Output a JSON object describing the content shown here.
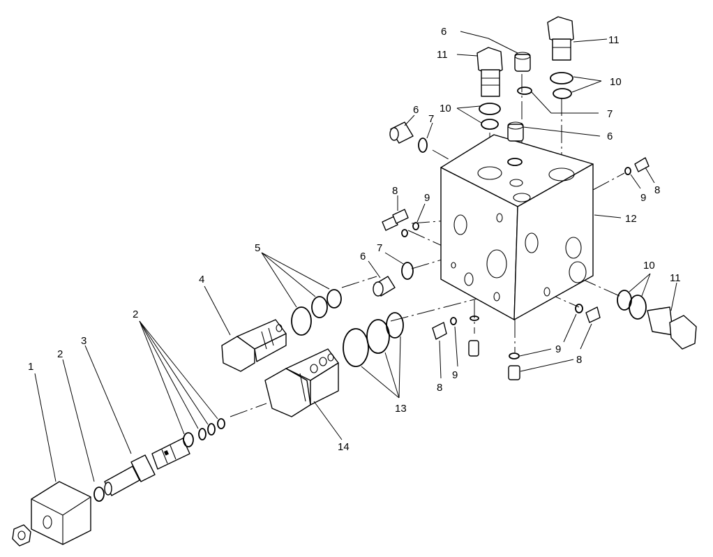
{
  "callouts": [
    {
      "id": "c-1",
      "text": "1"
    },
    {
      "id": "c-2a",
      "text": "2"
    },
    {
      "id": "c-2b",
      "text": "2"
    },
    {
      "id": "c-3",
      "text": "3"
    },
    {
      "id": "c-4",
      "text": "4"
    },
    {
      "id": "c-5",
      "text": "5"
    },
    {
      "id": "c-6a",
      "text": "6"
    },
    {
      "id": "c-6b",
      "text": "6"
    },
    {
      "id": "c-6c",
      "text": "6"
    },
    {
      "id": "c-6d",
      "text": "6"
    },
    {
      "id": "c-7a",
      "text": "7"
    },
    {
      "id": "c-7b",
      "text": "7"
    },
    {
      "id": "c-7c",
      "text": "7"
    },
    {
      "id": "c-8a",
      "text": "8"
    },
    {
      "id": "c-8b",
      "text": "8"
    },
    {
      "id": "c-8c",
      "text": "8"
    },
    {
      "id": "c-8d",
      "text": "8"
    },
    {
      "id": "c-9a",
      "text": "9"
    },
    {
      "id": "c-9b",
      "text": "9"
    },
    {
      "id": "c-9c",
      "text": "9"
    },
    {
      "id": "c-9d",
      "text": "9"
    },
    {
      "id": "c-10a",
      "text": "10"
    },
    {
      "id": "c-10b",
      "text": "10"
    },
    {
      "id": "c-10c",
      "text": "10"
    },
    {
      "id": "c-11a",
      "text": "11"
    },
    {
      "id": "c-11b",
      "text": "11"
    },
    {
      "id": "c-11c",
      "text": "11"
    },
    {
      "id": "c-12",
      "text": "12"
    },
    {
      "id": "c-13",
      "text": "13"
    },
    {
      "id": "c-14",
      "text": "14"
    }
  ]
}
